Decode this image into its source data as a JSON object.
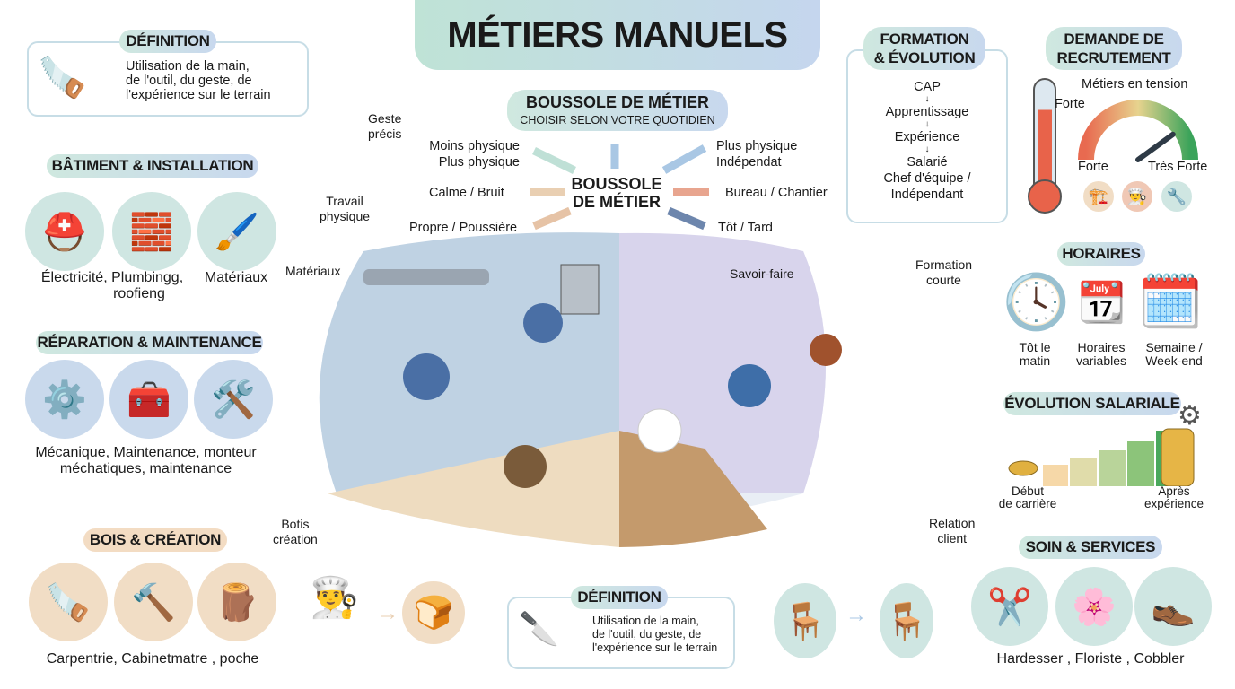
{
  "title": "MÉTIERS MANUELS",
  "definition_top": {
    "label": "DÉFINITION",
    "text": [
      "Utilisation de la main,",
      "de l'outil, du geste, de",
      "l'expérience sur le terrain"
    ]
  },
  "batiment": {
    "label": "BÂTIMENT & INSTALLATION",
    "icons": [
      "hard-hat-icon",
      "bricks-wrench-icon",
      "paint-roller-icon"
    ],
    "caption": [
      "Électricité, Plumbingg,",
      "roofieng"
    ],
    "caption2": "Matériaux"
  },
  "reparation": {
    "label": "RÉPARATION & MAINTENANCE",
    "icons": [
      "gears-icon",
      "toolbox-multimeter-icon",
      "engine-icon"
    ],
    "caption": [
      "Mécanique, Maintenance, monteur",
      "méchatiques, maintenance"
    ]
  },
  "bois": {
    "label": "BOIS & CRÉATION",
    "icons": [
      "saw-icon",
      "hand-plane-icon",
      "wood-plank-icon"
    ],
    "caption": "Carpentrie, Cabinetmatre , poche"
  },
  "boussole": {
    "title": "BOUSSOLE DE MÉTIER",
    "subtitle": "CHOISIR SELON VOTRE QUOTIDIEN",
    "center": [
      "BOUSSOLE",
      "DE MÉTIER"
    ],
    "directions": {
      "up_left": [
        "Moins physique",
        "Plus physique"
      ],
      "left": "Calme / Bruit",
      "down_left": "Propre / Poussière",
      "up_right": [
        "Plus physique",
        "Indépendat"
      ],
      "right": "Bureau / Chantier",
      "down_right": "Tôt / Tard"
    }
  },
  "scene_labels": {
    "geste": [
      "Geste",
      "précis"
    ],
    "travail": [
      "Travail",
      "physique"
    ],
    "materiaux": "Matériaux",
    "savoir": "Savoir-faire",
    "formation": [
      "Formation",
      "courte"
    ],
    "relation": [
      "Relation",
      "client"
    ],
    "botis": [
      "Botis",
      "création"
    ]
  },
  "formation": {
    "label": [
      "FORMATION",
      "& ÉVOLUTION"
    ],
    "steps": [
      "CAP",
      "Apprentissage",
      "Expérience",
      "Salarié",
      "Chef d'équipe /",
      "Indépendant"
    ]
  },
  "demande": {
    "label": [
      "DEMANDE DE",
      "RECRUTEMENT"
    ],
    "subtitle": "Métiers en tension",
    "thermo_label": "Forte",
    "thermo_level": 0.75,
    "gauge_left": "Forte",
    "gauge_right": "Très Forte",
    "gauge_level": 0.8,
    "icons": [
      "crane-icon",
      "chef-hat-icon",
      "tools-icon"
    ]
  },
  "horaires": {
    "label": "HORAIRES",
    "items": [
      {
        "icon": "clock-icon",
        "text": [
          "Tôt le",
          "matin"
        ]
      },
      {
        "icon": "clock-calendar-icon",
        "text": [
          "Horaires",
          "variables"
        ]
      },
      {
        "icon": "calendar-icon",
        "text": [
          "Semaine /",
          "Week-end"
        ]
      }
    ]
  },
  "salaire": {
    "label": "ÉVOLUTION SALARIALE",
    "start": [
      "Début",
      "de carrière"
    ],
    "end": [
      "Après",
      "expérience"
    ]
  },
  "soin": {
    "label": "SOIN & SERVICES",
    "icons": [
      "scissors-icon",
      "comb-flower-icon",
      "shoes-icon"
    ],
    "caption": "Hardesser , Floriste , Cobbler"
  },
  "definition_bottom": {
    "label": "DÉFINITION",
    "text": [
      "Utilisation de la main,",
      "de l'outil, du geste, de",
      "l'expérience sur le terrain"
    ]
  },
  "colors": {
    "teal": "#cfe6e2",
    "blue": "#c9d9ec",
    "sand": "#f1ddc5",
    "gauge_red": "#e86a50",
    "gauge_green": "#3aa35a"
  }
}
